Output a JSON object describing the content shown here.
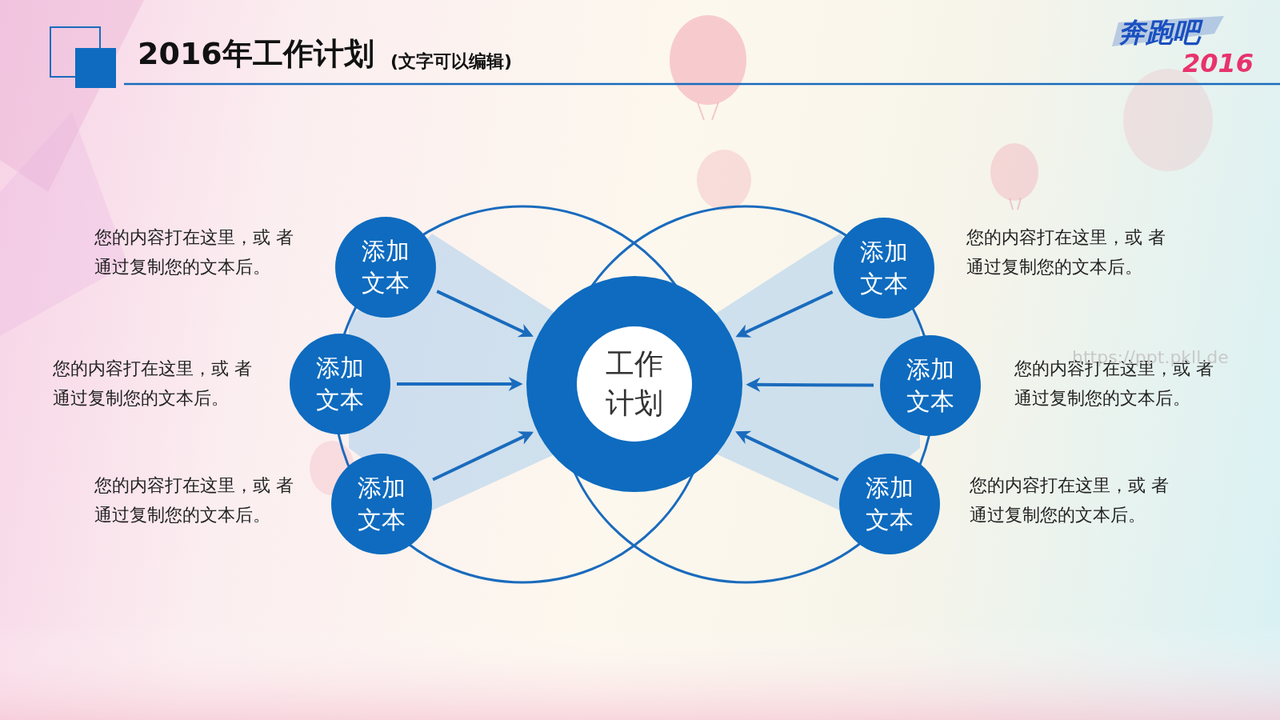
{
  "diagram": {
    "title": "2016年工作计划",
    "nodes": [
      {
        "text": [
          "工作计划"
        ]
      },
      {
        "text": [
          "添加文本"
        ]
      },
      {
        "text": [
          "添加文本"
        ]
      },
      {
        "text": [
          "添加文本"
        ]
      },
      {
        "text": [
          "添加文本"
        ]
      },
      {
        "text": [
          "添加文本"
        ]
      },
      {
        "text": [
          "添加文本"
        ]
      }
    ],
    "edges": [
      {
        "from": 1,
        "to": 0,
        "arrow": "to"
      },
      {
        "from": 2,
        "to": 0,
        "arrow": "to"
      },
      {
        "from": 3,
        "to": 0,
        "arrow": "to"
      },
      {
        "from": 4,
        "to": 0,
        "arrow": "to"
      },
      {
        "from": 5,
        "to": 0,
        "arrow": "to"
      },
      {
        "from": 6,
        "to": 0,
        "arrow": "to"
      }
    ],
    "labels": [
      "(文字可以编辑)",
      "您的内容打在这里，或 者通过复制您的文本后。",
      "您的内容打在这里，或 者通过复制您的文本后。",
      "您的内容打在这里，或 者通过复制您的文本后。",
      "您的内容打在这里，或 者通过复制您的文本后。",
      "您的内容打在这里，或 者通过复制您的文本后。",
      "您的内容打在这里，或 者通过复制您的文本后。",
      "奔跑吧",
      "2016",
      "https://ppt.pkll.de"
    ]
  }
}
